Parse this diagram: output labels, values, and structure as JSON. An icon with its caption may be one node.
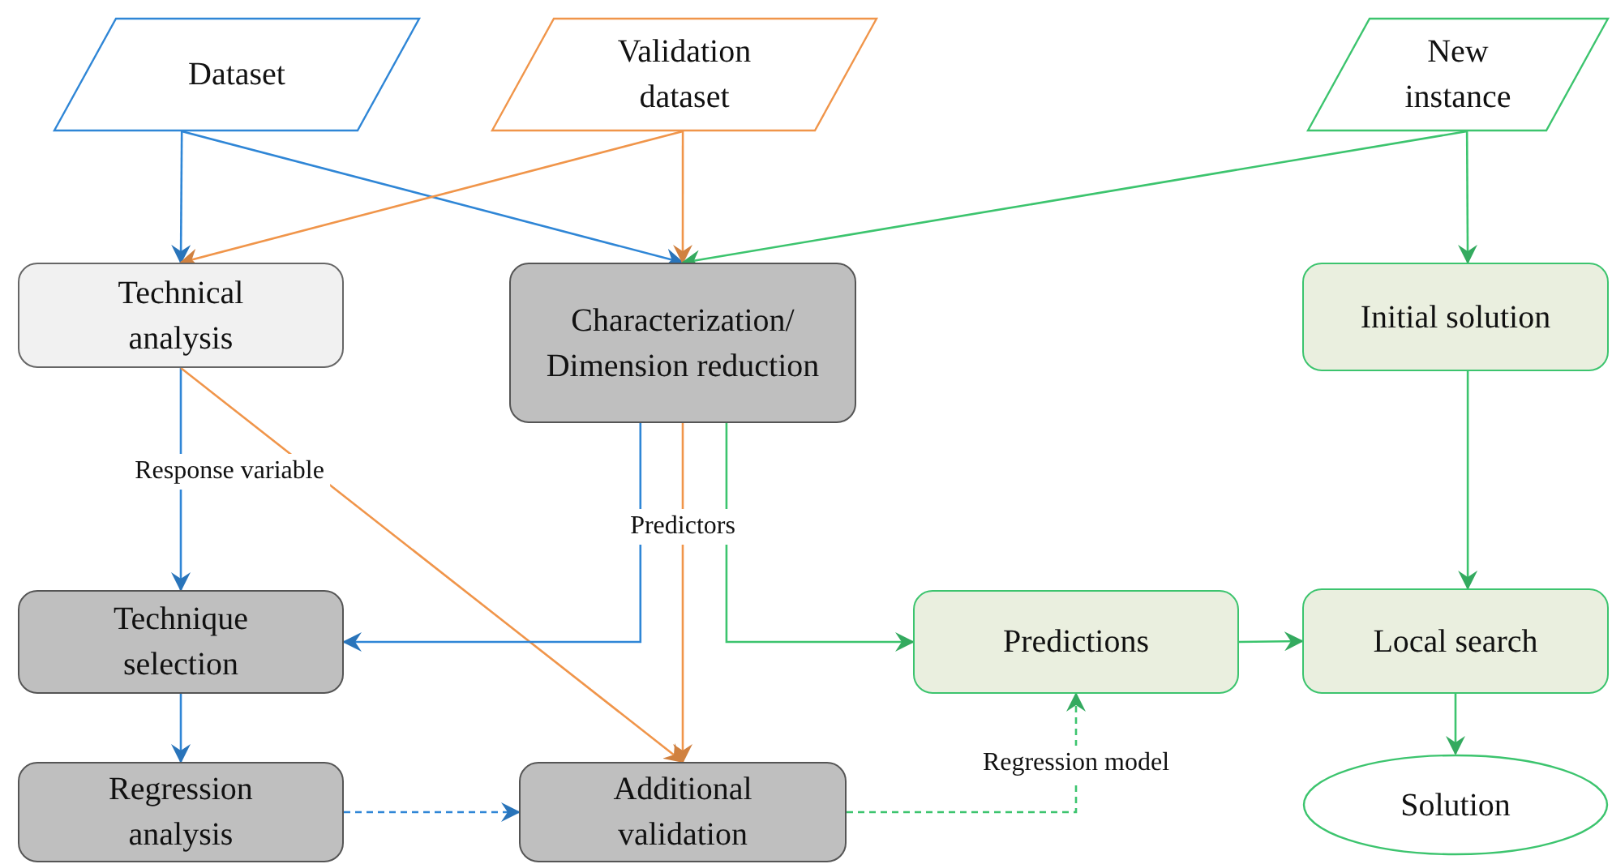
{
  "diagram": {
    "nodes": [
      {
        "text": [
          "Dataset"
        ]
      },
      {
        "text": [
          "Validation dataset"
        ]
      },
      {
        "text": [
          "New instance"
        ]
      },
      {
        "text": [
          "Technical analysis"
        ]
      },
      {
        "text": [
          "Characterization/ Dimension reduction"
        ]
      },
      {
        "text": [
          "Initial solution"
        ]
      },
      {
        "text": [
          "Technique selection"
        ]
      },
      {
        "text": [
          "Predictions"
        ]
      },
      {
        "text": [
          "Local search"
        ]
      },
      {
        "text": [
          "Regression analysis"
        ]
      },
      {
        "text": [
          "Additional validation"
        ]
      },
      {
        "text": [
          "Solution"
        ]
      }
    ],
    "edges": [
      {
        "from": 0,
        "to": 3,
        "arrow": "to",
        "color": "#2f86d6"
      },
      {
        "from": 0,
        "to": 4,
        "arrow": "to",
        "color": "#2f86d6"
      },
      {
        "from": 1,
        "to": 3,
        "arrow": "to",
        "color": "#f0954a"
      },
      {
        "from": 1,
        "to": 4,
        "arrow": "to",
        "color": "#f0954a"
      },
      {
        "from": 2,
        "to": 4,
        "arrow": "to"
      },
      {
        "from": 2,
        "to": 5,
        "arrow": "to"
      },
      {
        "from": 3,
        "to": 6,
        "arrow": "to",
        "label": "Response variable",
        "color": "#2f86d6"
      },
      {
        "from": 3,
        "to": 10,
        "arrow": "to",
        "color": "#f0954a"
      },
      {
        "from": 4,
        "to": 6,
        "arrow": "to",
        "color": "#2f86d6"
      },
      {
        "from": 4,
        "to": 10,
        "arrow": "to",
        "label": "Predictors",
        "color": "#f0954a"
      },
      {
        "from": 4,
        "to": 7,
        "arrow": "to"
      },
      {
        "from": 5,
        "to": 8,
        "arrow": "to"
      },
      {
        "from": 7,
        "to": 8,
        "arrow": "to"
      },
      {
        "from": 6,
        "to": 9,
        "arrow": "to",
        "color": "#2f86d6"
      },
      {
        "from": 9,
        "to": 10,
        "arrow": "to",
        "style": "dashed",
        "color": "#2f86d6"
      },
      {
        "from": 10,
        "to": 7,
        "arrow": "to",
        "label": "Regression model",
        "style": "dashed"
      },
      {
        "from": 8,
        "to": 11,
        "arrow": "to"
      }
    ]
  }
}
